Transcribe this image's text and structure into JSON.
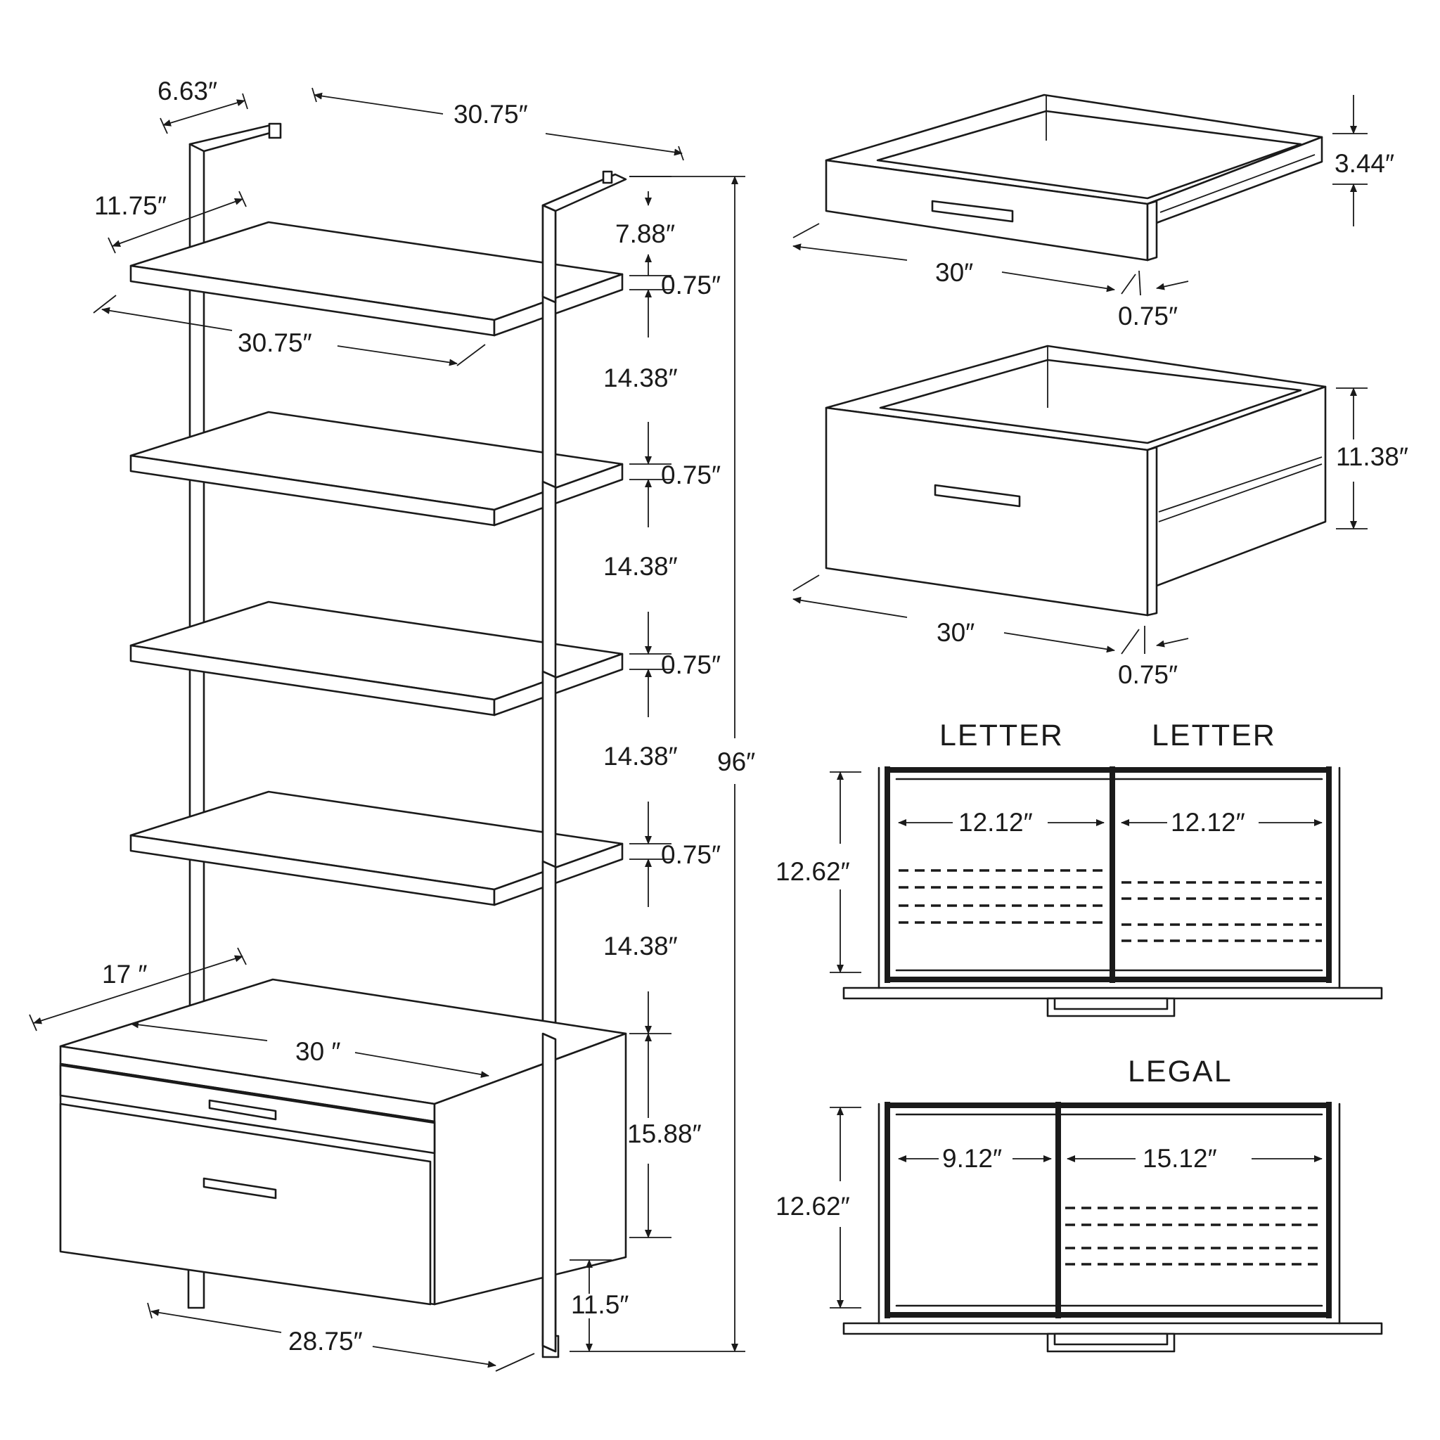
{
  "shelf_unit": {
    "bracket_depth": "6.63″",
    "top_width": "30.75″",
    "shelf_depth": "11.75″",
    "top_gap": "7.88″",
    "shelf_width": "30.75″",
    "shelf_thickness": [
      "0.75″",
      "0.75″",
      "0.75″",
      "0.75″"
    ],
    "shelf_spacing": [
      "14.38″",
      "14.38″",
      "14.38″",
      "14.38″"
    ],
    "total_height": "96″",
    "cabinet_depth": "17 ″",
    "cabinet_width": "30 ″",
    "cabinet_height": "15.88″",
    "leg_height": "11.5″",
    "base_width": "28.75″"
  },
  "small_drawer": {
    "height": "3.44″",
    "width": "30″",
    "front_thickness": "0.75″"
  },
  "large_drawer": {
    "height": "11.38″",
    "width": "30″",
    "front_thickness": "0.75″"
  },
  "letter_layout": {
    "labels": [
      "LETTER",
      "LETTER"
    ],
    "left_width": "12.12″",
    "right_width": "12.12″",
    "height": "12.62″"
  },
  "legal_layout": {
    "label": "LEGAL",
    "left_width": "9.12″",
    "right_width": "15.12″",
    "height": "12.62″"
  }
}
